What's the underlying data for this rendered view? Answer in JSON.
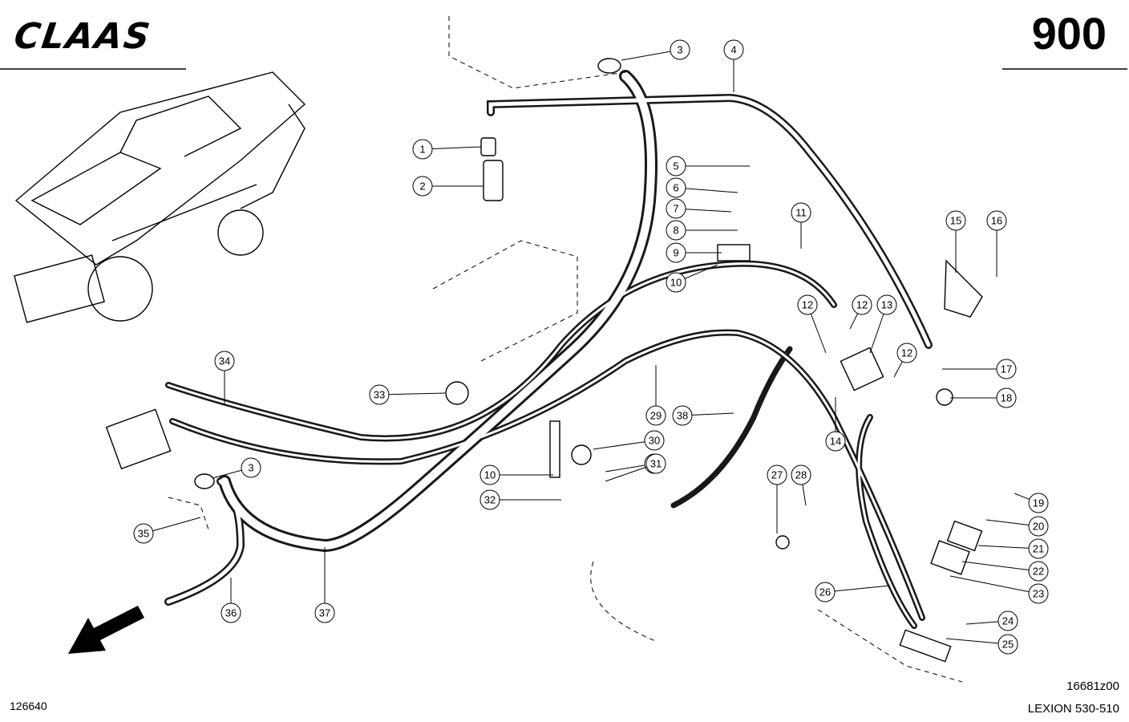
{
  "header": {
    "brand": "CLAAS",
    "page_number": "900"
  },
  "footer": {
    "figure_id": "126640",
    "drawing_ref": "16681z00",
    "model": "LEXION 530-510"
  },
  "callouts": [
    "1",
    "2",
    "3",
    "4",
    "5",
    "6",
    "7",
    "8",
    "9",
    "10",
    "11",
    "12",
    "12",
    "12",
    "13",
    "14",
    "15",
    "16",
    "17",
    "18",
    "19",
    "20",
    "21",
    "22",
    "23",
    "24",
    "25",
    "26",
    "27",
    "28",
    "29",
    "30",
    "31",
    "31",
    "32",
    "33",
    "34",
    "35",
    "36",
    "37",
    "38",
    "3",
    "10"
  ]
}
